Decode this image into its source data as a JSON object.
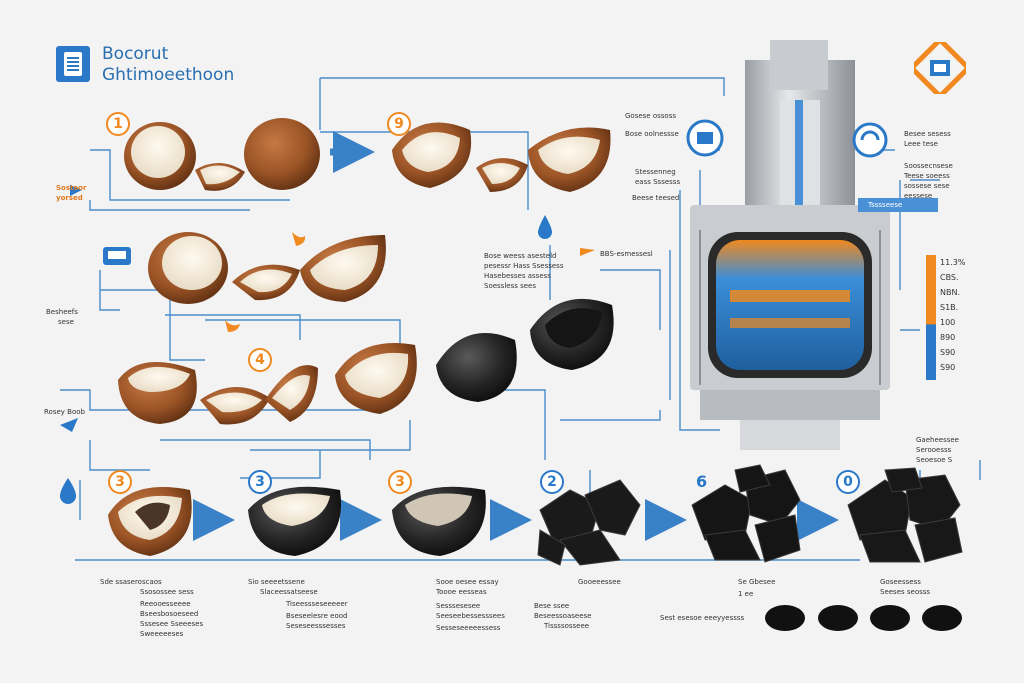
{
  "header": {
    "title_line1": "Bocorut",
    "title_line2": "Ghtimoeethoon"
  },
  "colors": {
    "accent_blue": "#2a78c8",
    "accent_orange": "#f0891f",
    "coconut_brown": "#8a4a22",
    "charcoal": "#1c1c1c"
  },
  "steps": {
    "s1": "1",
    "s9": "9",
    "s4": "4",
    "s3a": "3",
    "s3b": "3",
    "s3c": "3",
    "s2": "2",
    "s6": "6",
    "s0": "0"
  },
  "labels": {
    "left_a": "Sostoor",
    "left_a2": "yorsed",
    "left_b": "Besheefs",
    "left_b2": "sese",
    "left_c": "Rosey Boob",
    "mid_a1": "Bose weess asesteld",
    "mid_a2": "pesessr Hass Ssessess",
    "mid_a3": "Hasebesses assess",
    "mid_a4": "Soessless sees",
    "mid_b": "BBS-esmessesl",
    "right_a1": "Gosese ossoss",
    "right_a2": "Bose oolnessse",
    "right_a3": "Stessenneg",
    "right_a4": "eass Sssesss",
    "right_a5": "Beese teesed",
    "right_b1": "Besee sesess",
    "right_b2": "Leee tese",
    "right_b3": "Soossecnsese",
    "right_b4": "Teese soeess",
    "right_b5": "sossese sese",
    "right_b6": "eessese",
    "right_c": "Tsssseese",
    "right_d1": "Gaeheessee",
    "right_d2": "Serooesss",
    "right_d3": "Seoesoe S",
    "scale": [
      "11.3%",
      "CBS.",
      "NBN.",
      "S1B.",
      "100",
      "890",
      "S90",
      "S90"
    ],
    "bottom1_1": "Sde ssaseroscaos",
    "bottom1_2": "Ssosossee sess",
    "bottom1_3": "Reeooesseeee",
    "bottom1_4": "Bseesbosoeseed",
    "bottom1_5": "Sssesee Sseeeses",
    "bottom1_6": "Sweeeeeses",
    "bottom2_1": "Sio seeeetssene",
    "bottom2_2": "Slaceessatseese",
    "bottom2_3": "Tiseessseseeeeer",
    "bottom2_4": "Bseseelesre eood",
    "bottom2_5": "Seseseesssesses",
    "bottom3_1": "Sooe oesee essay",
    "bottom3_2": "Toooe eesseas",
    "bottom3_3": "Sesssesesee",
    "bottom3_4": "Seeseebessesssees",
    "bottom3_5": "Sesseseeeeessess",
    "bottom4_1": "Gooeeessee",
    "bottom4_2": "Bese ssee",
    "bottom4_3": "Beseessoaseese",
    "bottom4_4": "Tissssosseee",
    "bottom5_1": "Se Gbesee",
    "bottom5_2": "1 ee",
    "bottom5_3": "Sest esesoe eeeyyessss",
    "bottom6_1": "Goseessess",
    "bottom6_2": "Seeses seosss"
  }
}
